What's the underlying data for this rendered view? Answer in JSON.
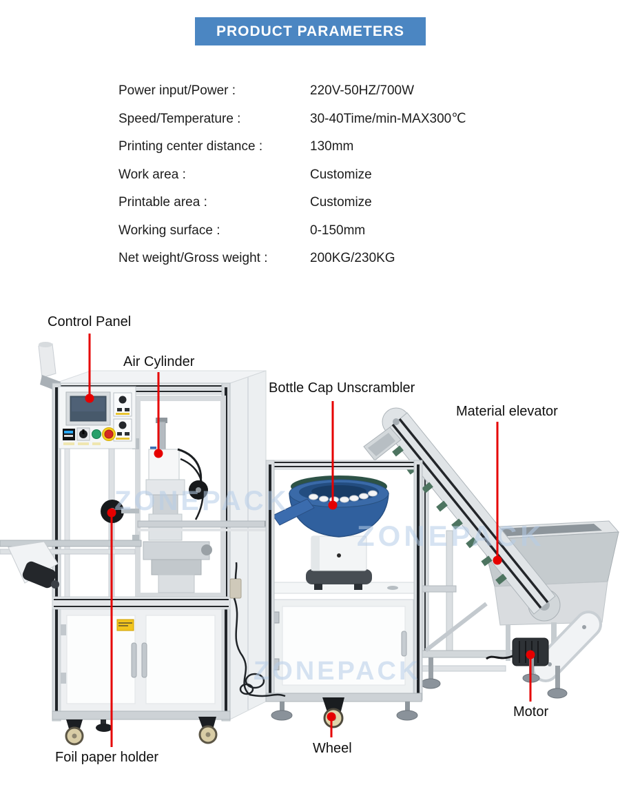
{
  "header": {
    "title": "PRODUCT PARAMETERS"
  },
  "parameters": [
    {
      "label": "Power input/Power :",
      "value": "220V-50HZ/700W"
    },
    {
      "label": "Speed/Temperature :",
      "value": "30-40Time/min-MAX300℃"
    },
    {
      "label": "Printing center distance :",
      "value": "130mm"
    },
    {
      "label": "Work area :",
      "value": "Customize"
    },
    {
      "label": "Printable area :",
      "value": "Customize"
    },
    {
      "label": "Working surface :",
      "value": "0-150mm"
    },
    {
      "label": "Net weight/Gross weight :",
      "value": "200KG/230KG"
    }
  ],
  "machine_labels": {
    "control_panel": "Control Panel",
    "air_cylinder": "Air Cylinder",
    "bottle_cap_unscrambler": "Bottle Cap Unscrambler",
    "material_elevator": "Material elevator",
    "foil_paper_holder": "Foil paper holder",
    "wheel": "Wheel",
    "motor": "Motor"
  },
  "watermark": "ZONEPACK",
  "colors": {
    "header_bg": "#4b86c2",
    "callout": "#e60000",
    "watermark": "#b6cde8",
    "bowl_blue": "#30609e"
  }
}
